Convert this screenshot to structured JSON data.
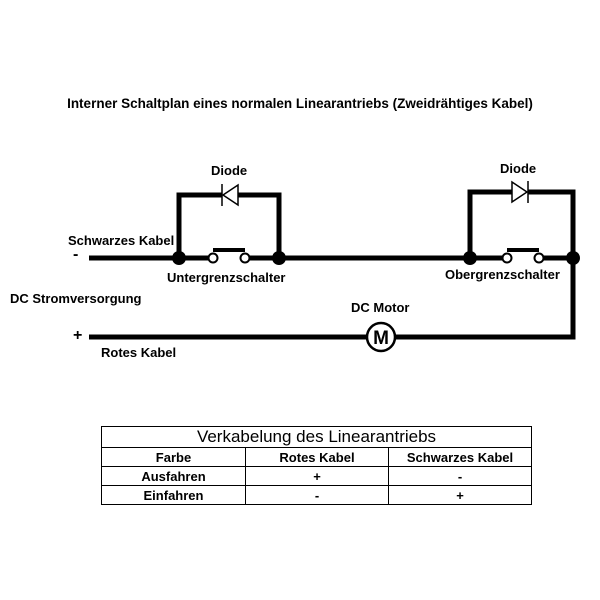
{
  "title": "Interner Schaltplan eines normalen Linearantriebs (Zweidrähtiges Kabel)",
  "circuit": {
    "black_cable_label": "Schwarzes Kabel",
    "red_cable_label": "Rotes Kabel",
    "minus_sign": "-",
    "plus_sign": "+",
    "power_supply_label": "DC Stromversorgung",
    "lower_limit_switch_label": "Untergrenzschalter",
    "upper_limit_switch_label": "Obergrenzschalter",
    "diode_left_label": "Diode",
    "diode_right_label": "Diode",
    "motor_label": "DC Motor",
    "motor_symbol": "M",
    "diode_left_direction": "left",
    "diode_right_direction": "right",
    "wire_color": "#000000"
  },
  "table": {
    "title": "Verkabelung des Linearantriebs",
    "headers": [
      "Farbe",
      "Rotes Kabel",
      "Schwarzes Kabel"
    ],
    "rows": [
      [
        "Ausfahren",
        "+",
        "-"
      ],
      [
        "Einfahren",
        "-",
        "+"
      ]
    ]
  }
}
